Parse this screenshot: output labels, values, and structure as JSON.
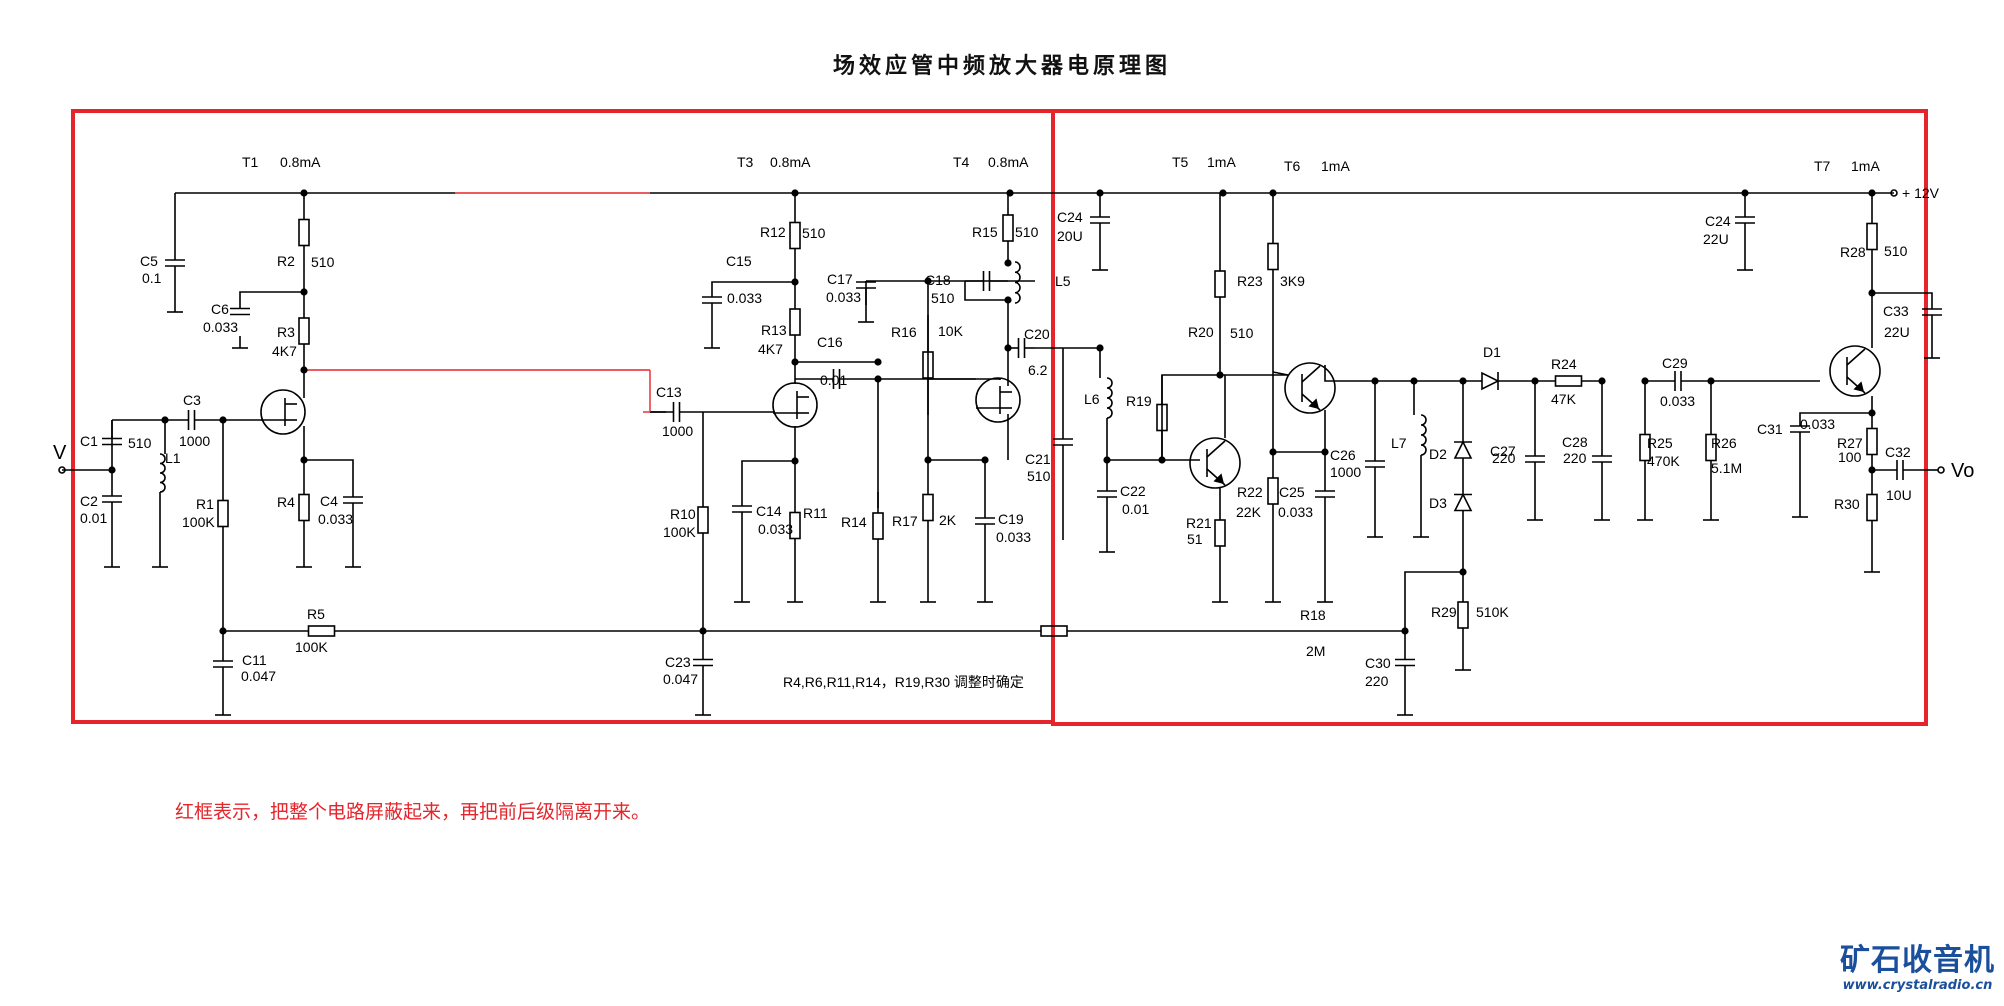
{
  "title": "场效应管中频放大器电原理图",
  "note": "红框表示，把整个电路屏蔽起来，再把前后级隔离开来。",
  "adjust_note": "R4,R6,R11,R14，R19,R30 调整时确定",
  "logo": {
    "name": "矿石收音机",
    "url": "www.crystalradio.cn"
  },
  "io": {
    "input": "V",
    "output": "Vo",
    "supply": "+ 12V"
  },
  "colors": {
    "frame": "#e4262c",
    "wire": "#000000",
    "logo": "#1a4f9c"
  },
  "transistors": [
    {
      "ref": "T1",
      "current": "0.8mA"
    },
    {
      "ref": "T3",
      "current": "0.8mA"
    },
    {
      "ref": "T4",
      "current": "0.8mA"
    },
    {
      "ref": "T5",
      "current": "1mA"
    },
    {
      "ref": "T6",
      "current": "1mA"
    },
    {
      "ref": "T7",
      "current": "1mA"
    }
  ],
  "components": [
    {
      "ref": "C5",
      "value": "0.1"
    },
    {
      "ref": "R2",
      "value": "510"
    },
    {
      "ref": "C6",
      "value": "0.033"
    },
    {
      "ref": "R3",
      "value": "4K7"
    },
    {
      "ref": "C1",
      "value": "510"
    },
    {
      "ref": "C3",
      "value": "1000"
    },
    {
      "ref": "L1",
      "value": ""
    },
    {
      "ref": "C2",
      "value": "0.01"
    },
    {
      "ref": "R1",
      "value": "100K"
    },
    {
      "ref": "R4",
      "value": ""
    },
    {
      "ref": "C4",
      "value": "0.033"
    },
    {
      "ref": "R5",
      "value": "100K"
    },
    {
      "ref": "C11",
      "value": "0.047"
    },
    {
      "ref": "C13",
      "value": "1000"
    },
    {
      "ref": "R12",
      "value": "510"
    },
    {
      "ref": "C15",
      "value": "0.033"
    },
    {
      "ref": "R13",
      "value": "4K7"
    },
    {
      "ref": "C16",
      "value": "0.01"
    },
    {
      "ref": "R10",
      "value": "100K"
    },
    {
      "ref": "C14",
      "value": "0.033"
    },
    {
      "ref": "R11",
      "value": ""
    },
    {
      "ref": "C23",
      "value": "0.047"
    },
    {
      "ref": "R14",
      "value": ""
    },
    {
      "ref": "C17",
      "value": "0.033"
    },
    {
      "ref": "C18",
      "value": "510"
    },
    {
      "ref": "R15",
      "value": "510"
    },
    {
      "ref": "L5",
      "value": ""
    },
    {
      "ref": "R16",
      "value": "10K"
    },
    {
      "ref": "R17",
      "value": "2K"
    },
    {
      "ref": "C19",
      "value": "0.033"
    },
    {
      "ref": "C20",
      "value": "6.2"
    },
    {
      "ref": "C24",
      "value": "20U"
    },
    {
      "ref": "C21",
      "value": "510"
    },
    {
      "ref": "L6",
      "value": ""
    },
    {
      "ref": "C22",
      "value": "0.01"
    },
    {
      "ref": "R19",
      "value": ""
    },
    {
      "ref": "R20",
      "value": "510"
    },
    {
      "ref": "R21",
      "value": "51"
    },
    {
      "ref": "R22",
      "value": "22K"
    },
    {
      "ref": "R23",
      "value": "3K9"
    },
    {
      "ref": "C25",
      "value": "0.033"
    },
    {
      "ref": "C26",
      "value": "1000"
    },
    {
      "ref": "L7",
      "value": ""
    },
    {
      "ref": "D2",
      "value": ""
    },
    {
      "ref": "D3",
      "value": ""
    },
    {
      "ref": "D1",
      "value": ""
    },
    {
      "ref": "R24",
      "value": "47K"
    },
    {
      "ref": "C27",
      "value": "220"
    },
    {
      "ref": "C28",
      "value": "220"
    },
    {
      "ref": "R25",
      "value": "470K"
    },
    {
      "ref": "C29",
      "value": "0.033"
    },
    {
      "ref": "R26",
      "value": "5.1M"
    },
    {
      "ref": "R29",
      "value": "510K"
    },
    {
      "ref": "R18",
      "value": "2M"
    },
    {
      "ref": "C30",
      "value": "220"
    },
    {
      "ref": "C24",
      "value": "22U"
    },
    {
      "ref": "R28",
      "value": "510"
    },
    {
      "ref": "C33",
      "value": "22U"
    },
    {
      "ref": "C31",
      "value": "0.033"
    },
    {
      "ref": "R27",
      "value": "100"
    },
    {
      "ref": "C32",
      "value": "10U"
    },
    {
      "ref": "R30",
      "value": ""
    }
  ]
}
